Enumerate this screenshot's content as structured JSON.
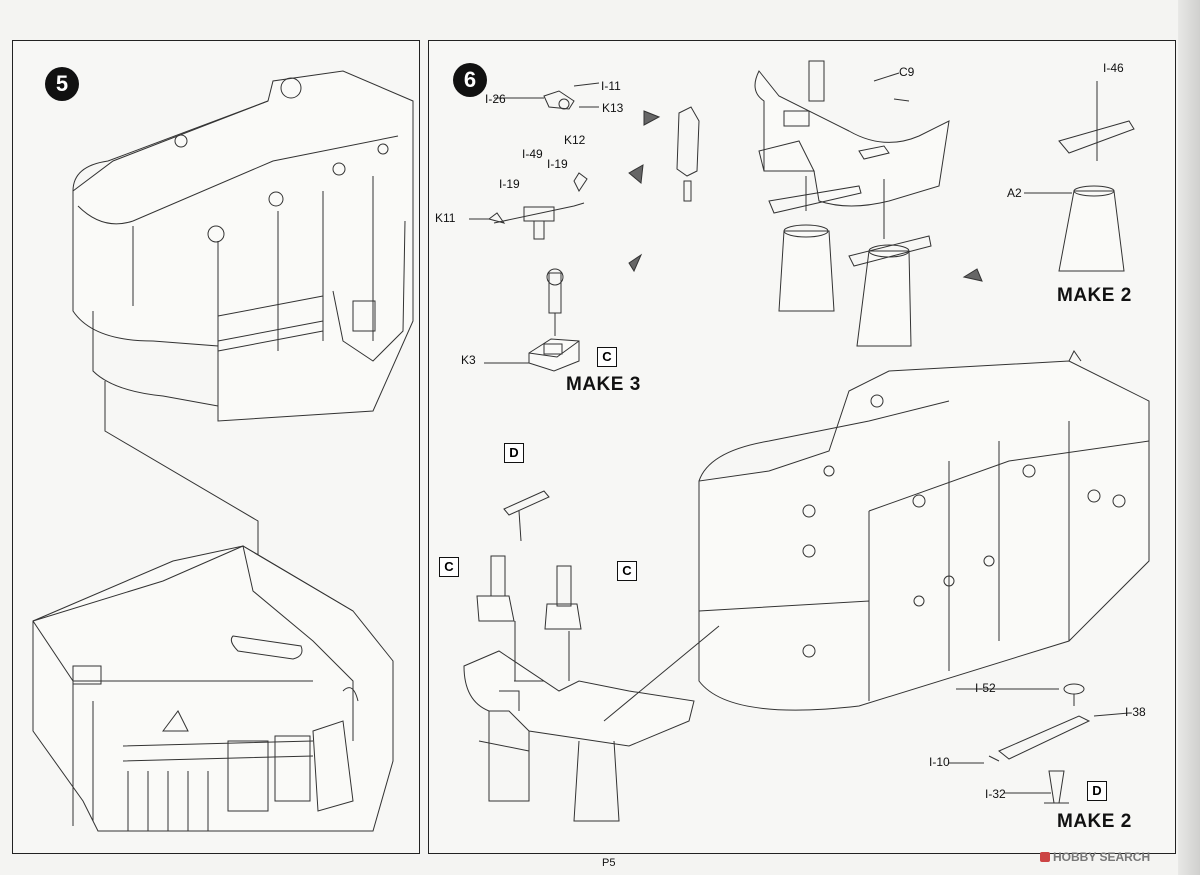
{
  "page_number": "P5",
  "watermark": "HOBBY SEARCH",
  "step5": {
    "number": "5"
  },
  "step6": {
    "number": "6",
    "part_labels": [
      "I-11",
      "I-26",
      "K13",
      "K12",
      "I-49",
      "I-19",
      "I-19",
      "K11",
      "K3",
      "C9",
      "I-46",
      "A2",
      "I-52",
      "I-38",
      "I-10",
      "I-32"
    ],
    "make_3": "MAKE 3",
    "make_2a": "MAKE 2",
    "make_2b": "MAKE 2",
    "sub_c1": "C",
    "sub_c2": "C",
    "sub_c3": "C",
    "sub_d1": "D",
    "sub_d2": "D"
  }
}
